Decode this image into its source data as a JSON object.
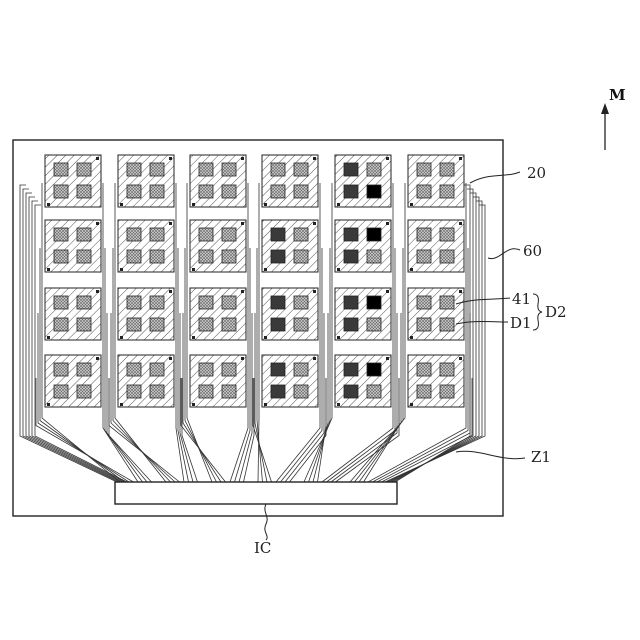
{
  "labels": {
    "direction": "M",
    "panel_ref": "20",
    "substrate": "60",
    "element_41": "41",
    "element_D1": "D1",
    "group_D2": "D2",
    "wiring_zone": "Z1",
    "chip": "IC"
  },
  "grid": {
    "rows": 4,
    "columns": 6,
    "cells_per_unit": 4
  },
  "dark_units": [
    [
      0,
      4
    ],
    [
      1,
      3
    ],
    [
      1,
      4
    ],
    [
      2,
      3
    ],
    [
      2,
      4
    ],
    [
      3,
      3
    ],
    [
      3,
      4
    ]
  ],
  "colors": {
    "line": "#222222",
    "light_cell": "#b8b8b8",
    "dark_cell": "#3a3a3a",
    "black_cell": "#000000"
  }
}
